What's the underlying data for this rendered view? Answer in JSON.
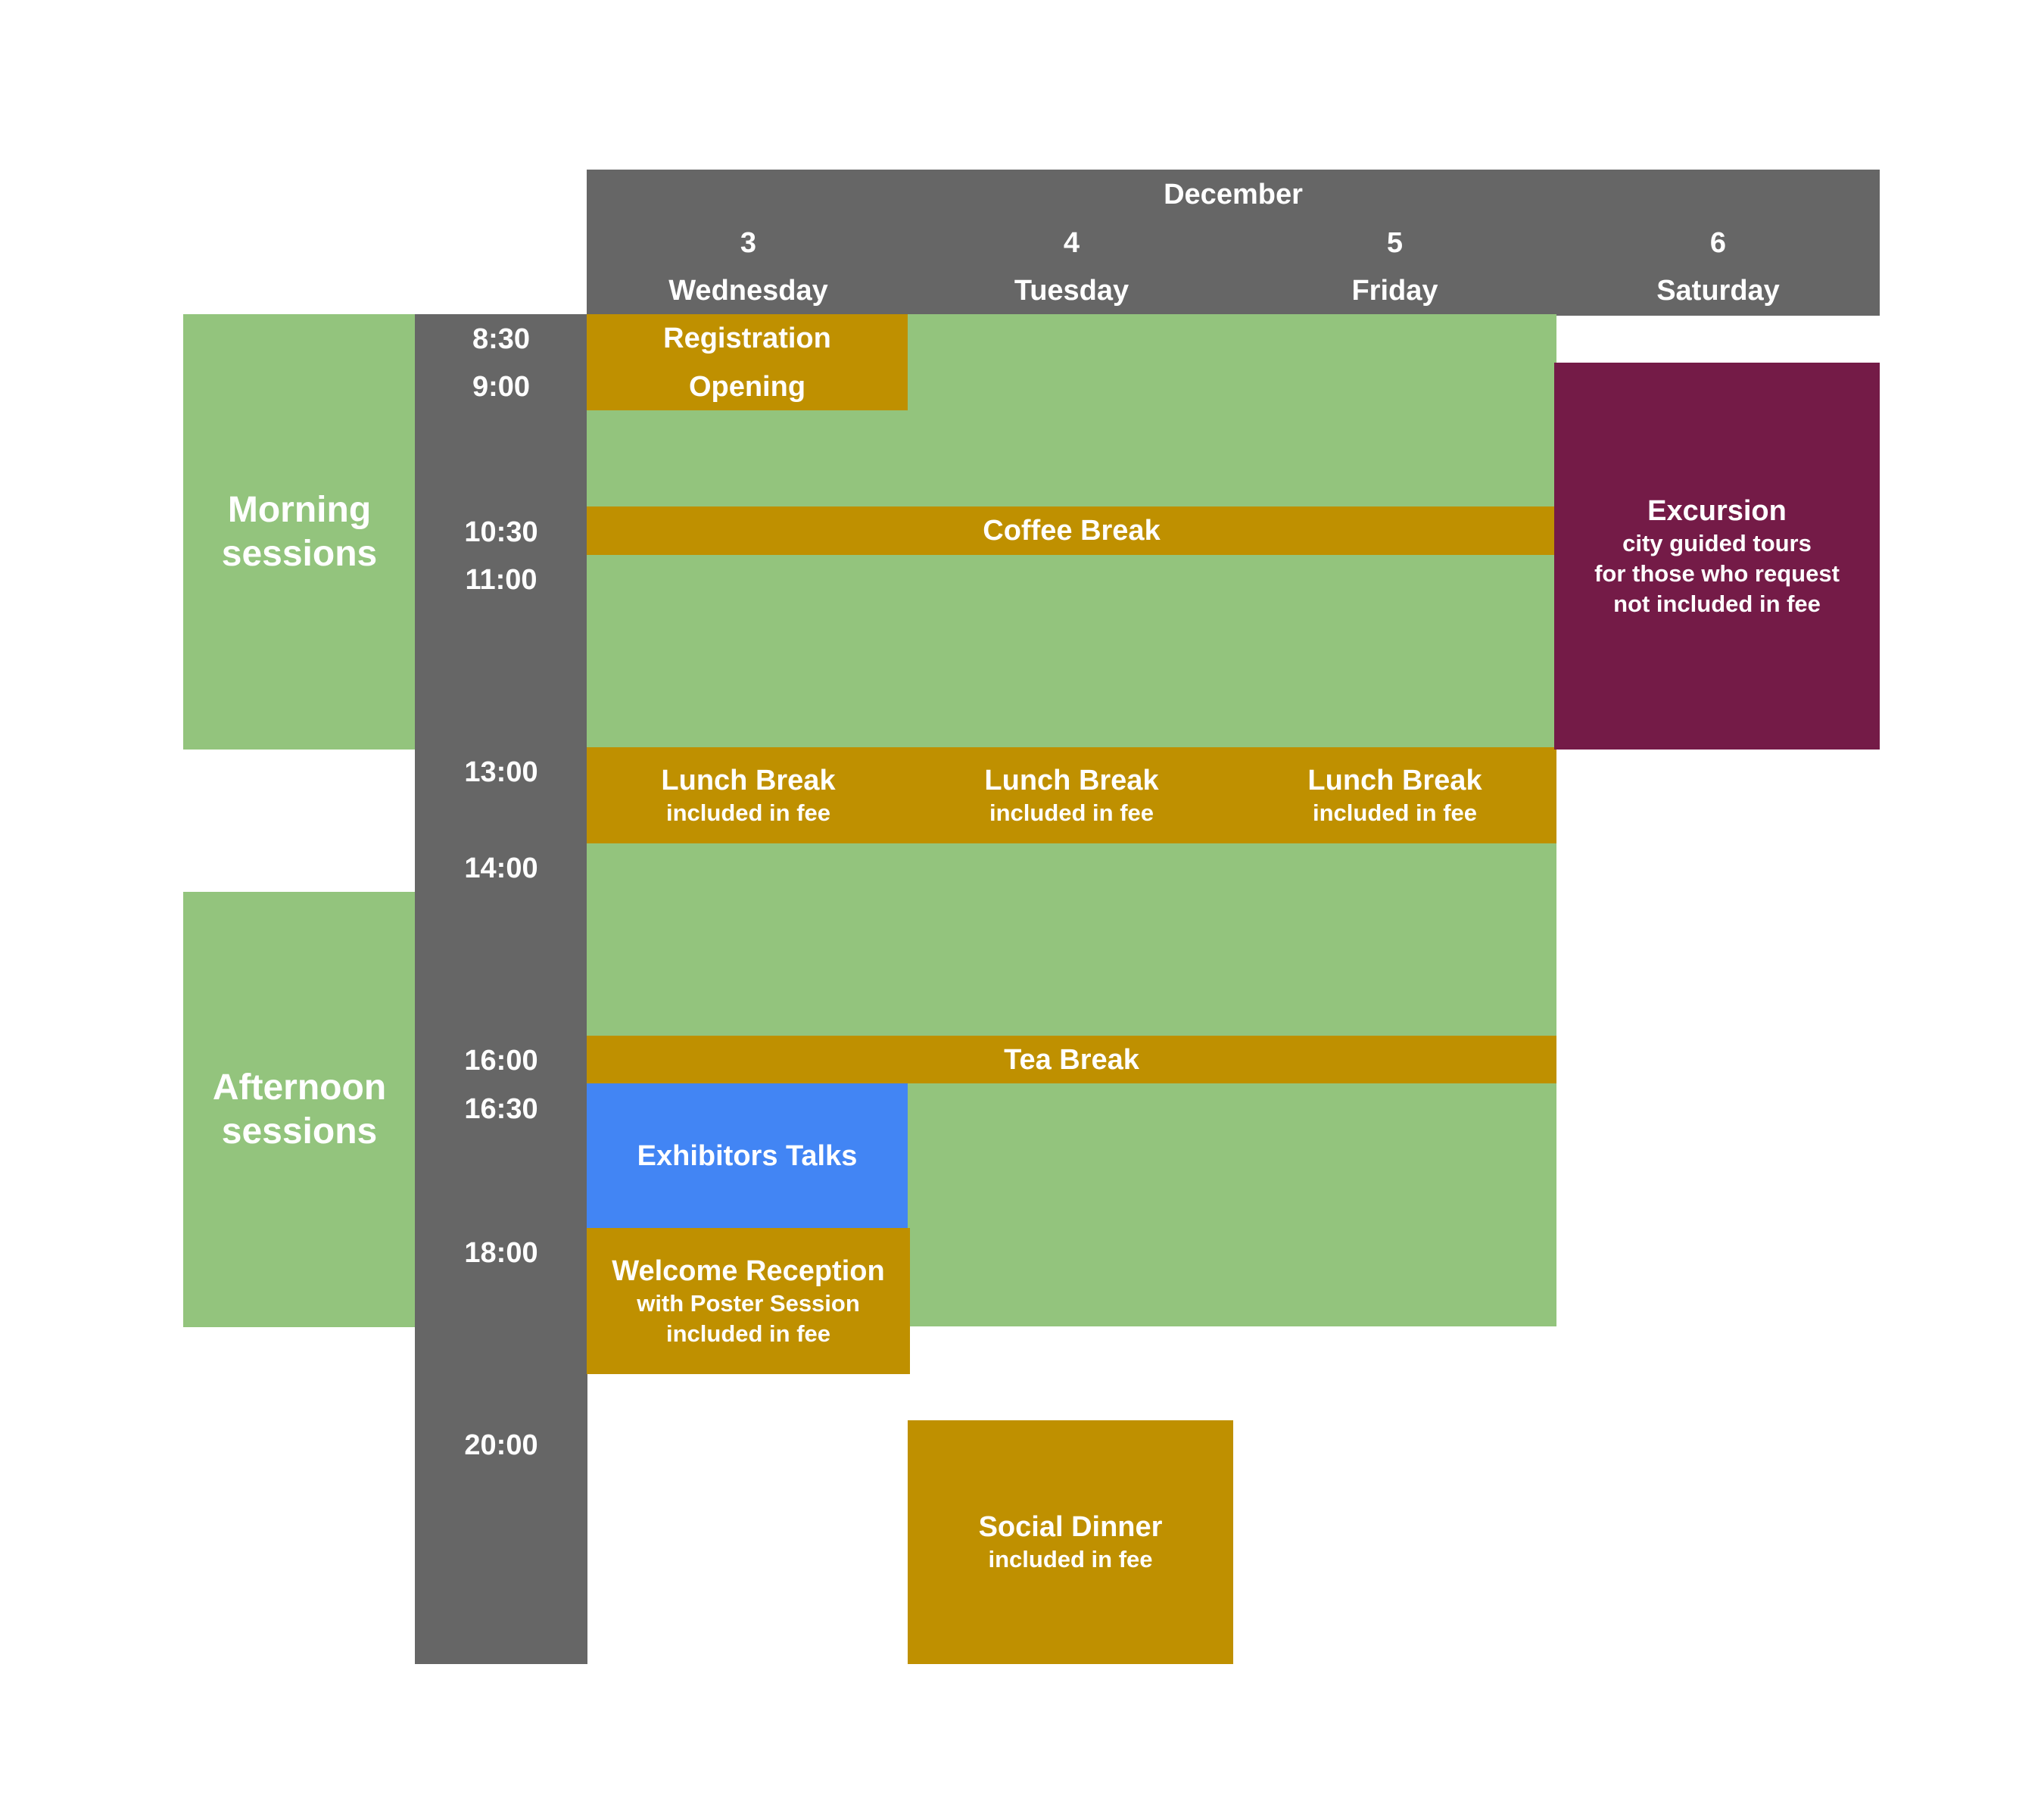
{
  "header": {
    "month": "December",
    "days": [
      {
        "date": "3",
        "weekday": "Wednesday"
      },
      {
        "date": "4",
        "weekday": "Tuesday"
      },
      {
        "date": "5",
        "weekday": "Friday"
      },
      {
        "date": "6",
        "weekday": "Saturday"
      }
    ]
  },
  "sessions": {
    "morning": "Morning sessions",
    "afternoon": "Afternoon sessions"
  },
  "times": [
    "8:30",
    "9:00",
    "10:30",
    "11:00",
    "13:00",
    "14:00",
    "16:00",
    "16:30",
    "18:00",
    "20:00"
  ],
  "events": {
    "registration": {
      "title": "Registration"
    },
    "opening": {
      "title": "Opening"
    },
    "coffee_break": {
      "title": "Coffee Break"
    },
    "lunch_wed": {
      "title": "Lunch Break",
      "note": "included in fee"
    },
    "lunch_tue": {
      "title": "Lunch Break",
      "note": "included in fee"
    },
    "lunch_fri": {
      "title": "Lunch Break",
      "note": "included in fee"
    },
    "tea_break": {
      "title": "Tea Break"
    },
    "exhibitors": {
      "title": "Exhibitors Talks"
    },
    "welcome": {
      "title": "Welcome Reception",
      "line1": "with Poster Session",
      "line2": "included in fee"
    },
    "social_dinner": {
      "title": "Social Dinner",
      "note": "included in fee"
    },
    "excursion": {
      "title": "Excursion",
      "line1": "city guided tours",
      "line2": "for those who request",
      "line3": "not included in fee"
    }
  },
  "colors": {
    "header": "#666666",
    "session_block": "#93c47d",
    "break_event": "#bf9000",
    "exhibitors": "#4285f4",
    "excursion": "#741b47"
  }
}
